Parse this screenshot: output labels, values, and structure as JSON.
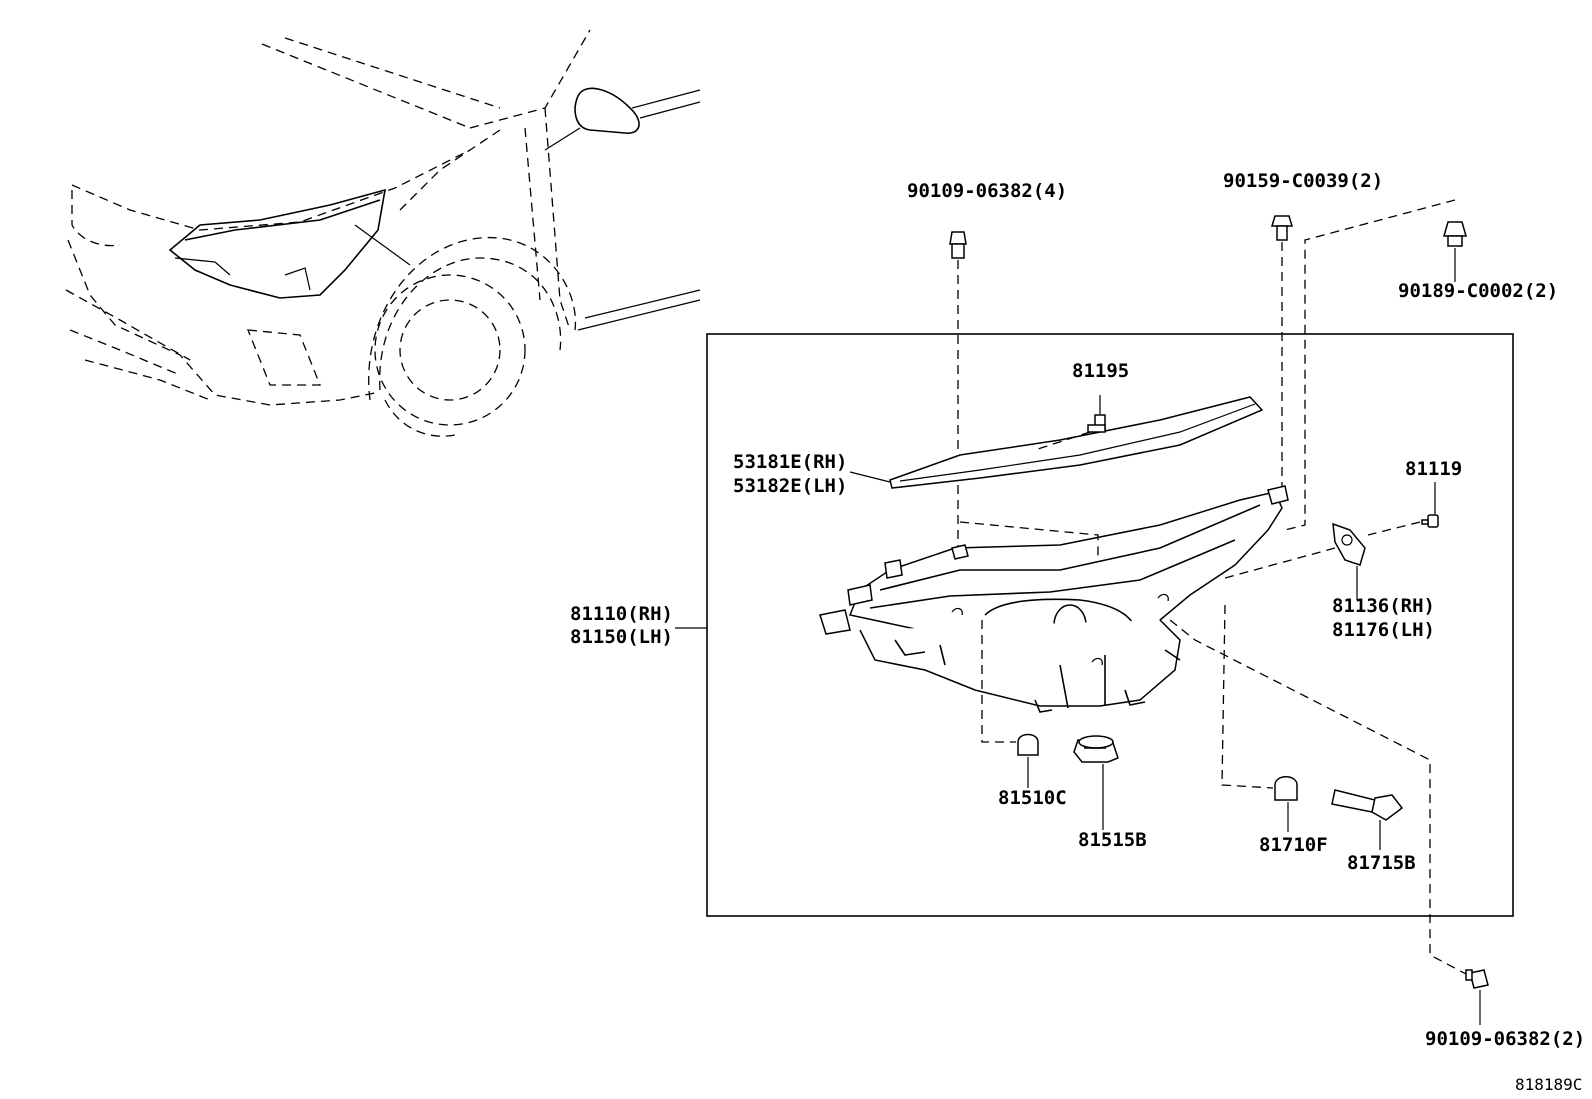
{
  "diagram": {
    "labels": {
      "bolt_top": "90109-06382(4)",
      "screw_top": "90159-C0039(2)",
      "clip_right": "90189-C0002(2)",
      "part_81195": "81195",
      "trim_rh": "53181E(RH)",
      "trim_lh": "53182E(LH)",
      "part_81119": "81119",
      "headlamp_rh": "81110(RH)",
      "headlamp_lh": "81150(LH)",
      "bracket_rh": "81136(RH)",
      "bracket_lh": "81176(LH)",
      "bulb_81510c": "81510C",
      "socket_81515b": "81515B",
      "bulb_81710f": "81710F",
      "bulb_81715b": "81715B",
      "bolt_bottom": "90109-06382(2)",
      "diagram_code": "818189C"
    }
  }
}
